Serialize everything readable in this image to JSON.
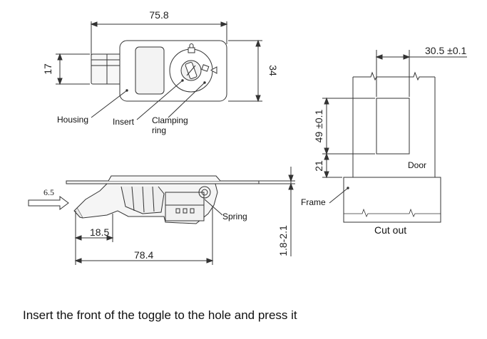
{
  "dimensions": {
    "top_width": "75.8",
    "top_height": "34",
    "handle_height": "17",
    "cutout_width": "30.5 ±0.1",
    "cutout_height": "49 ±0.1",
    "cutout_offset": "21",
    "insert_depth": "6.5",
    "toggle_length": "18.5",
    "overall_length": "78.4",
    "panel_thickness": "1.8-2.1"
  },
  "labels": {
    "housing": "Housing",
    "insert": "Insert",
    "clamping_ring_line1": "Clamping",
    "clamping_ring_line2": "ring",
    "spring": "Spring",
    "door": "Door",
    "frame": "Frame",
    "cut_out": "Cut out"
  },
  "caption": "Insert the front of the toggle to the hole and press it"
}
